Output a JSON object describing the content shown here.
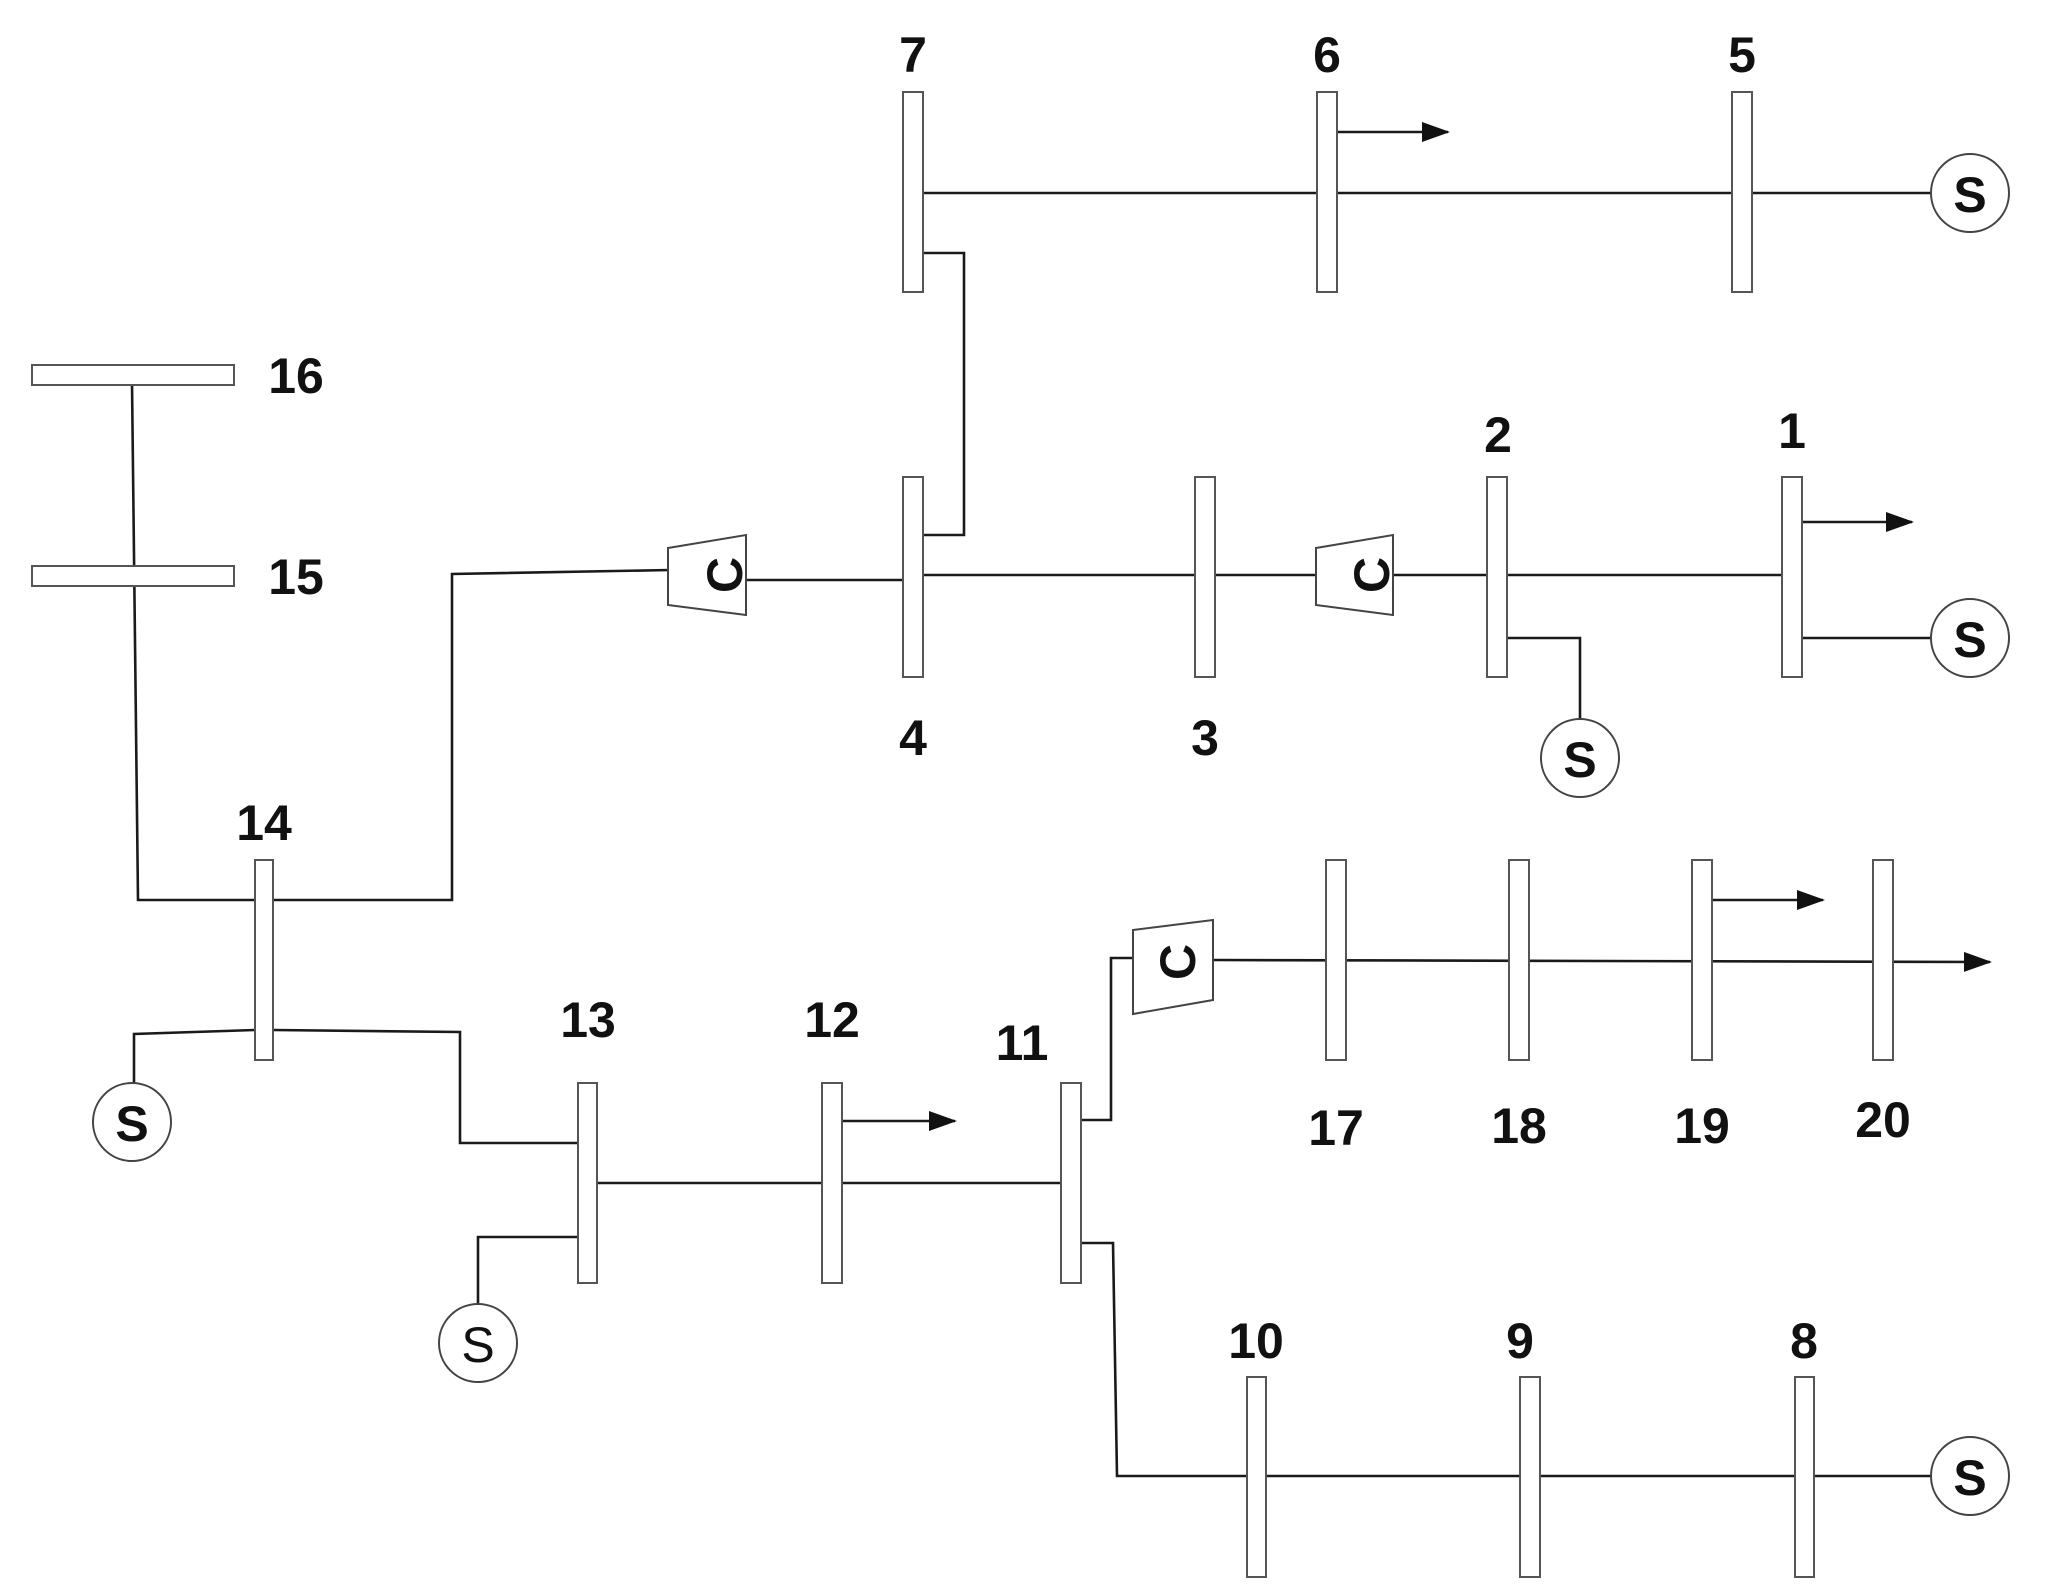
{
  "nodes": {
    "n1": "1",
    "n2": "2",
    "n3": "3",
    "n4": "4",
    "n5": "5",
    "n6": "6",
    "n7": "7",
    "n8": "8",
    "n9": "9",
    "n10": "10",
    "n11": "11",
    "n12": "12",
    "n13": "13",
    "n14": "14",
    "n15": "15",
    "n16": "16",
    "n17": "17",
    "n18": "18",
    "n19": "19",
    "n20": "20"
  },
  "symbols": {
    "compressor": "C",
    "source": "S"
  }
}
